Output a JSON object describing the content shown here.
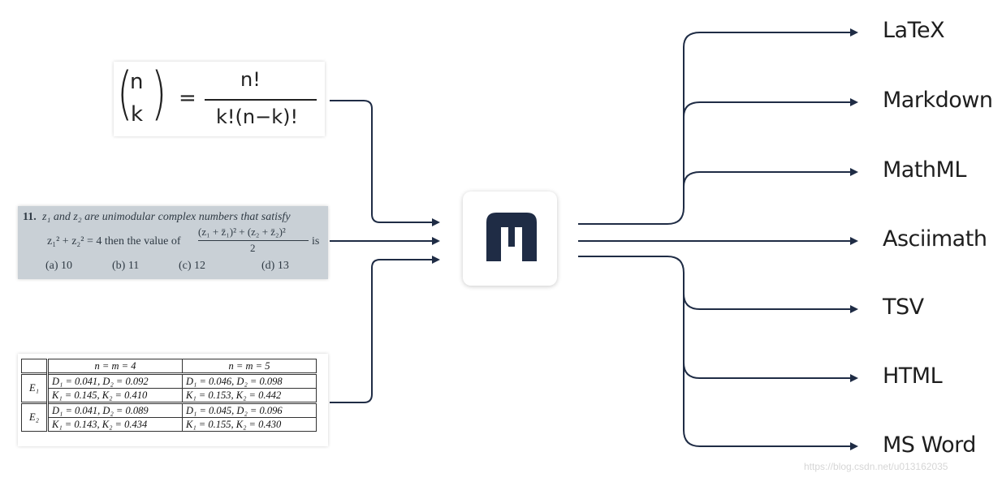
{
  "colors": {
    "line": "#1f2c45",
    "logo": "#1f2c45"
  },
  "inputs": {
    "handwritten_formula": {
      "top_left": "n",
      "bottom_left": "k",
      "equals": "=",
      "numerator": "n!",
      "denominator": "k!(n−k)!"
    },
    "photo_problem": {
      "number": "11.",
      "line1": "z₁ and z₂ are unimodular complex numbers that satisfy",
      "line2_left": "z₁² + z₂² = 4  then  the value of",
      "frac_num": "(z₁ + z̄₁)² + (z₂ + z̄₂)²",
      "frac_den": "2",
      "line2_right": "is",
      "options": [
        "(a)  10",
        "(b)  11",
        "(c)  12",
        "(d)  13"
      ]
    },
    "table": {
      "headers": [
        "",
        "n = m = 4",
        "n = m = 5"
      ],
      "rows": [
        {
          "label": "E₁",
          "col1": [
            "D₁ = 0.041,  D₂ = 0.092",
            "K₁ = 0.145,  K₂ = 0.410"
          ],
          "col2": [
            "D₁ = 0.046,  D₂ = 0.098",
            "K₁ = 0.153,  K₂ = 0.442"
          ]
        },
        {
          "label": "E₂",
          "col1": [
            "D₁ = 0.041,  D₂ = 0.089",
            "K₁ = 0.143,  K₂ = 0.434"
          ],
          "col2": [
            "D₁ = 0.045,  D₂ = 0.096",
            "K₁ = 0.155,  K₂ = 0.430"
          ]
        }
      ]
    }
  },
  "hub": {
    "icon": "mathpix-logo-icon"
  },
  "outputs": [
    "LaTeX",
    "Markdown",
    "MathML",
    "Asciimath",
    "TSV",
    "HTML",
    "MS Word"
  ],
  "watermark": "https://blog.csdn.net/u013162035"
}
